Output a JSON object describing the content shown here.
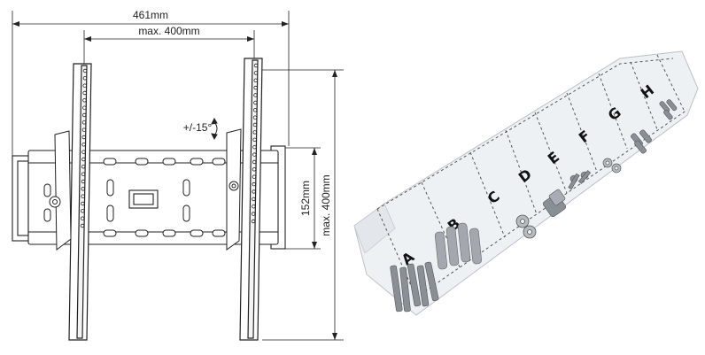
{
  "drawing": {
    "width_label": "461mm",
    "vesa_horizontal_label": "max. 400mm",
    "tilt_label": "+/-15°",
    "plate_height_label": "152mm",
    "vesa_vertical_label": "max. 400mm"
  },
  "hardware_bag": {
    "compartments": [
      "A",
      "B",
      "C",
      "D",
      "E",
      "F",
      "G",
      "H"
    ]
  },
  "colors": {
    "line": "#222222",
    "bag_film": "#eef1f4",
    "screw": "#8a8f96"
  }
}
